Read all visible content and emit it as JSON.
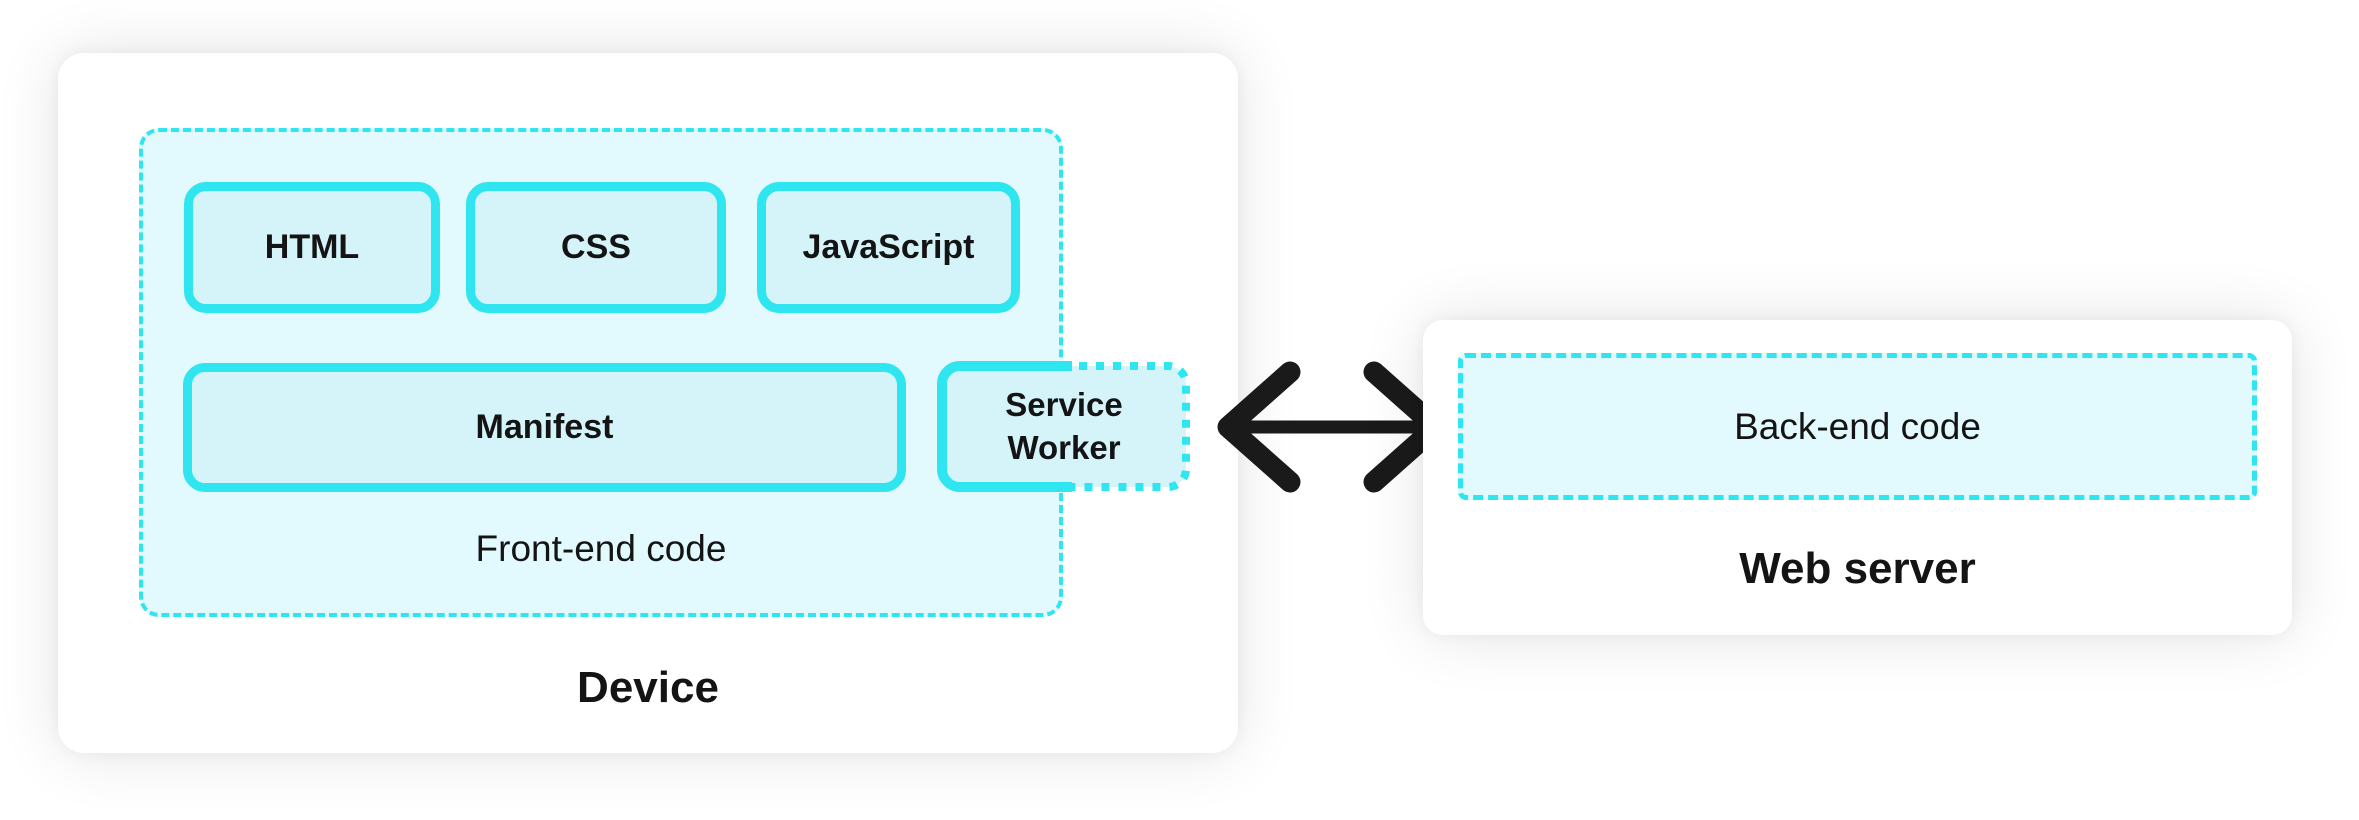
{
  "colors": {
    "cyan": "#2ee5f0",
    "container_fill": "#e2f9fd",
    "box_fill": "#d5f4fa",
    "card_bg": "#ffffff",
    "text": "#141414",
    "arrow": "#1a1a1a"
  },
  "device": {
    "title": "Device",
    "frontend": {
      "label": "Front-end code",
      "html": "HTML",
      "css": "CSS",
      "javascript": "JavaScript",
      "manifest": "Manifest",
      "service_worker": "Service Worker"
    }
  },
  "server": {
    "title": "Web server",
    "backend_label": "Back-end code"
  },
  "connector": {
    "icon": "double-headed-arrow"
  }
}
